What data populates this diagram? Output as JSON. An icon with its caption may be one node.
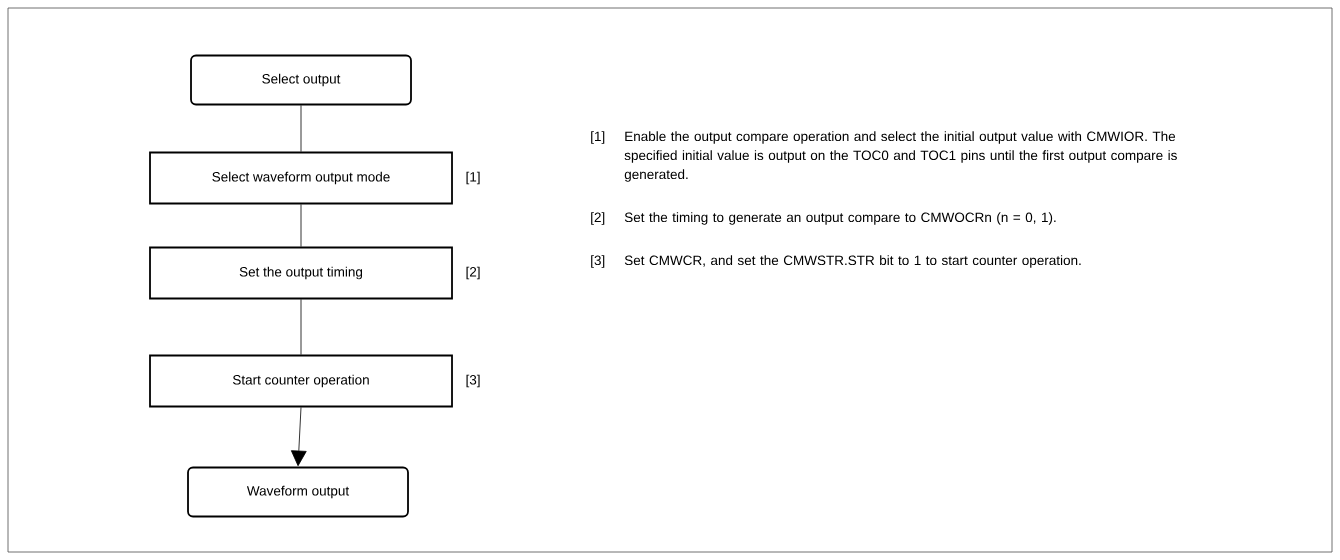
{
  "diagram": {
    "nodes": [
      {
        "text": [
          "Select output"
        ]
      },
      {
        "text": [
          "Select waveform output mode"
        ],
        "beside": [
          "[1]"
        ]
      },
      {
        "text": [
          "Set the output timing"
        ],
        "beside": [
          "[2]"
        ]
      },
      {
        "text": [
          "Start counter operation"
        ],
        "beside": [
          "[3]"
        ]
      },
      {
        "text": [
          "Waveform output"
        ]
      }
    ],
    "edges": [
      {
        "from": 0,
        "to": 1,
        "arrow": "none"
      },
      {
        "from": 1,
        "to": 2,
        "arrow": "none"
      },
      {
        "from": 2,
        "to": 3,
        "arrow": "none"
      },
      {
        "from": 3,
        "to": 4,
        "arrow": "to"
      }
    ],
    "labels": [
      "[1]",
      "Enable the output compare operation and select the initial output value with CMWIOR. The specified initial value is output on the TOC0 and TOC1 pins until the first output compare is generated.",
      "[2]",
      "Set the timing to generate an output compare to CMWOCRn (n = 0, 1).",
      "[3]",
      "Set CMWCR, and set the CMWSTR.STR bit to 1 to start counter operation."
    ]
  }
}
